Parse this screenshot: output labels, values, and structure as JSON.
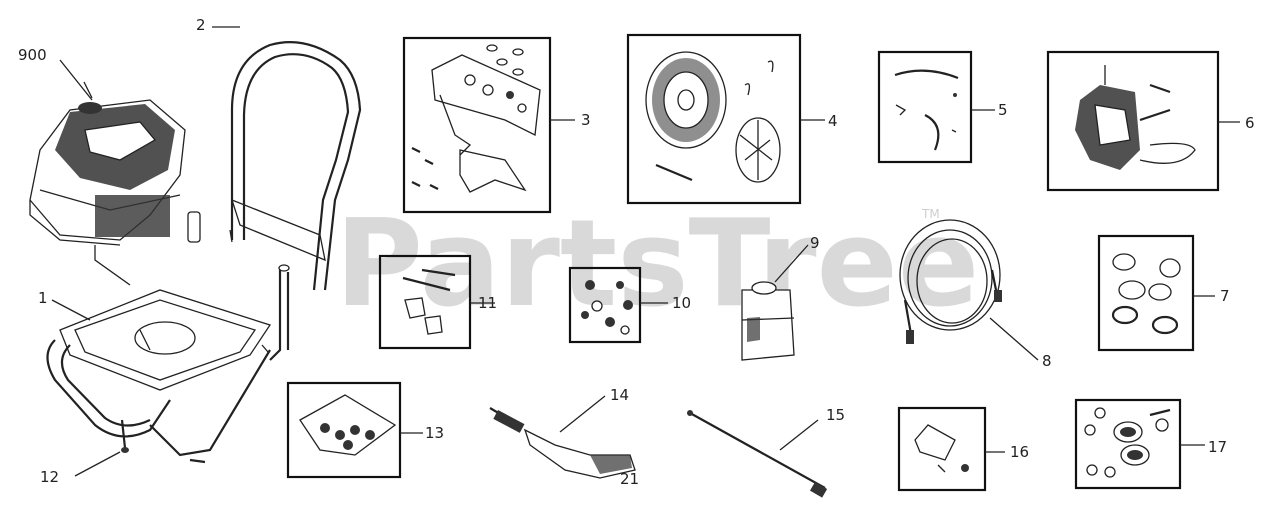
{
  "watermark": {
    "text": "PartsTree",
    "tm": "TM"
  },
  "callouts": {
    "c900": "900",
    "c2": "2",
    "c3": "3",
    "c4": "4",
    "c5": "5",
    "c6": "6",
    "c1": "1",
    "c11": "11",
    "c10": "10",
    "c9": "9",
    "c8": "8",
    "c7": "7",
    "c12": "12",
    "c13": "13",
    "c14": "14",
    "c15": "15",
    "c16": "16",
    "c17": "17",
    "c21": "21"
  },
  "parts": [
    {
      "ref": "900",
      "depiction": "engine"
    },
    {
      "ref": "2",
      "depiction": "handle-frame"
    },
    {
      "ref": "3",
      "depiction": "bracket-kit"
    },
    {
      "ref": "4",
      "depiction": "wheel-kit"
    },
    {
      "ref": "5",
      "depiction": "hose-clip-kit"
    },
    {
      "ref": "6",
      "depiction": "pump"
    },
    {
      "ref": "1",
      "depiction": "base-frame"
    },
    {
      "ref": "11",
      "depiction": "bolt-kit"
    },
    {
      "ref": "10",
      "depiction": "nut-kit"
    },
    {
      "ref": "9",
      "depiction": "detergent-bottle"
    },
    {
      "ref": "8",
      "depiction": "high-pressure-hose"
    },
    {
      "ref": "7",
      "depiction": "o-ring-kit"
    },
    {
      "ref": "12",
      "depiction": "screw"
    },
    {
      "ref": "13",
      "depiction": "nozzle-kit"
    },
    {
      "ref": "14",
      "depiction": "spray-gun"
    },
    {
      "ref": "15",
      "depiction": "lance"
    },
    {
      "ref": "16",
      "depiction": "clip"
    },
    {
      "ref": "17",
      "depiction": "seal-kit"
    }
  ]
}
